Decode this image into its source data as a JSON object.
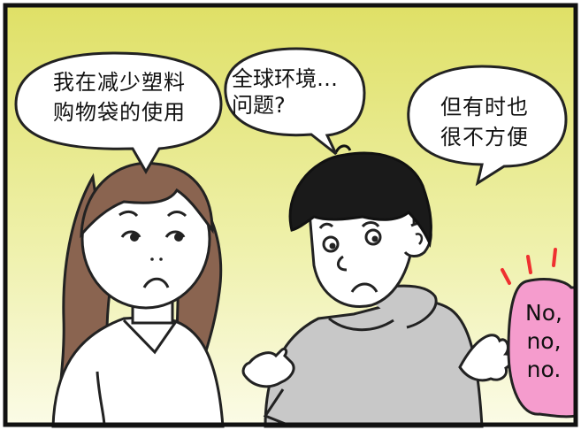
{
  "bubbles": {
    "woman": "我在减少塑料\n购物袋的使用",
    "man_left": "全球环境…\n问题?",
    "man_right": "但有时也\n很不方便",
    "side": "No,\nno,\nno."
  },
  "colors": {
    "bg_top": "#dfe066",
    "bg_bottom": "#fbfbe6",
    "pink_bubble": "#f59ccd",
    "sweater": "#c8c8c8",
    "hair_woman": "#8a6450",
    "stress_marks": "#ef3030"
  }
}
